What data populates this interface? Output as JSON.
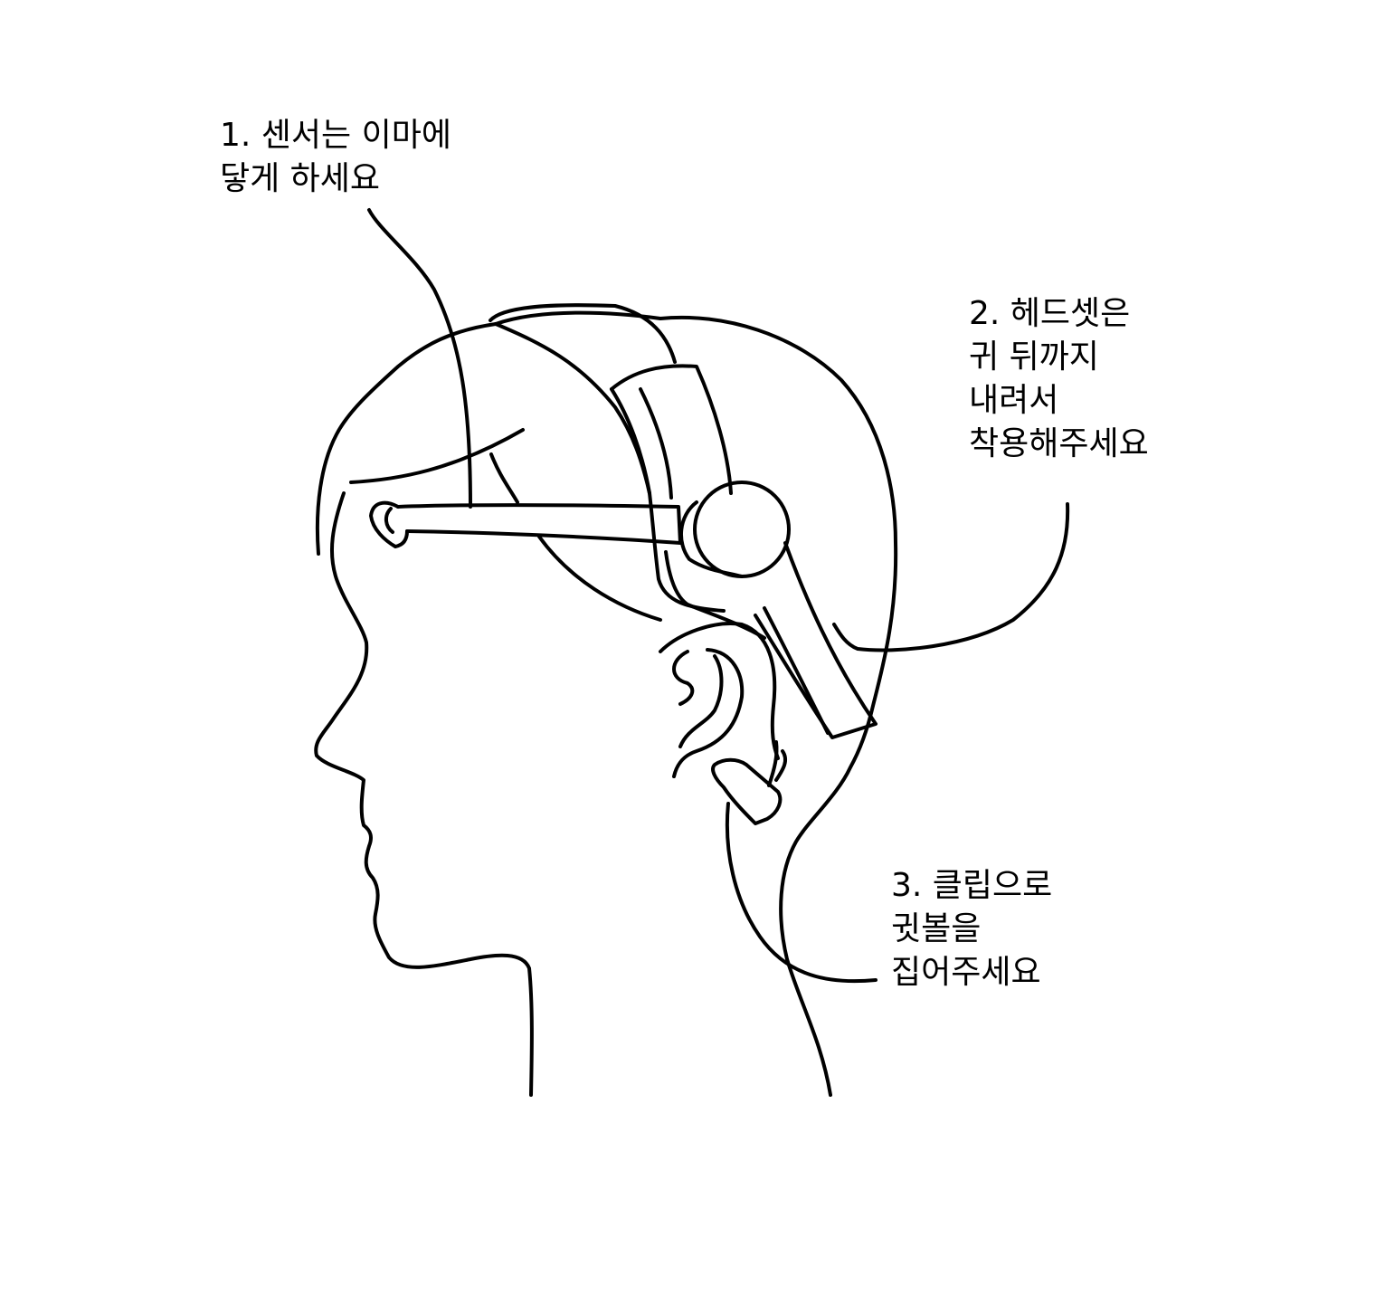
{
  "annotations": [
    {
      "step": "1",
      "lines": [
        "1. 센서는 이마에",
        "닿게 하세요"
      ]
    },
    {
      "step": "2",
      "lines": [
        "2. 헤드셋은",
        "귀 뒤까지",
        "내려서",
        "착용해주세요"
      ]
    },
    {
      "step": "3",
      "lines": [
        "3. 클립으로",
        "귓볼을",
        "집어주세요"
      ]
    }
  ],
  "colors": {
    "ink": "#000000",
    "background": "#ffffff"
  }
}
